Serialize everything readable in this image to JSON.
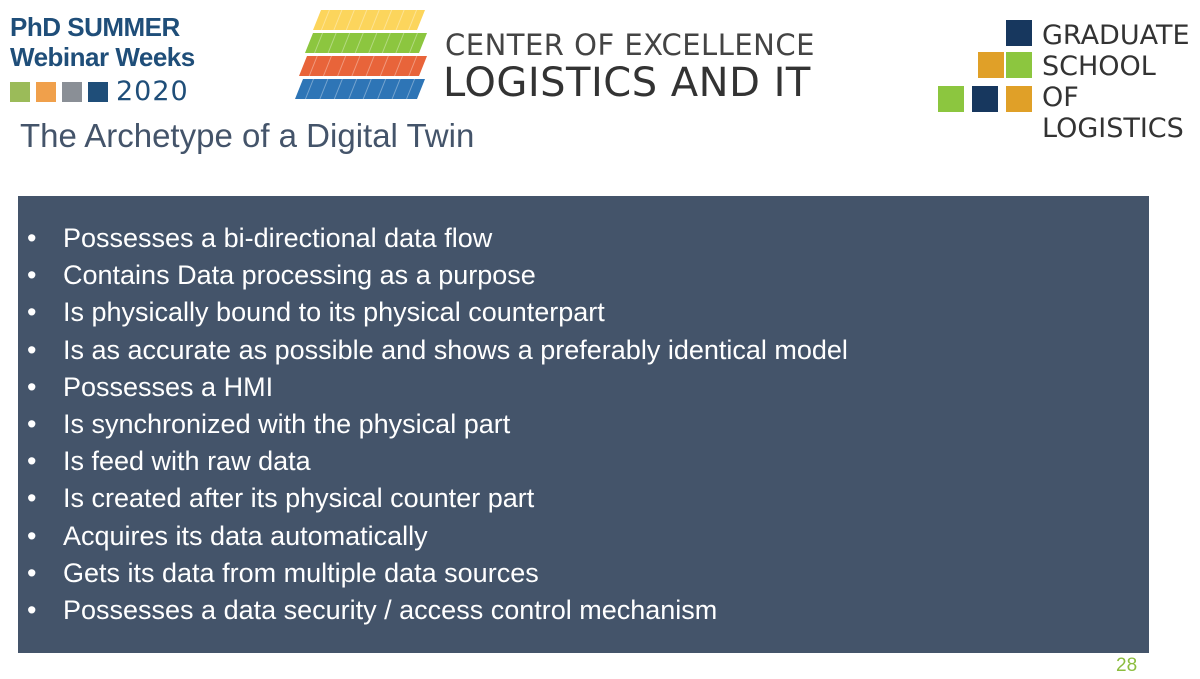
{
  "webinar_logo": {
    "line1": "PhD SUMMER",
    "line2": "Webinar Weeks",
    "year": "2020",
    "squares": [
      "#9bbb59",
      "#f0a04b",
      "#8a8f96",
      "#1f4e79"
    ]
  },
  "coe_logo": {
    "line1": "CENTER OF EXCELLENCE",
    "line2": "LOGISTICS AND IT",
    "stripe_colors": [
      "#fcd55c",
      "#8cc63f",
      "#e8643a",
      "#2e75b6"
    ]
  },
  "gsl_logo": {
    "lines": [
      "GRADUATE",
      "SCHOOL OF",
      "LOGISTICS"
    ],
    "colors": {
      "navy": "#17375e",
      "green": "#8cc63f",
      "orange": "#e0a028"
    }
  },
  "slide": {
    "title": "The Archetype of a Digital Twin",
    "bullet_glyph": "•",
    "bullets": [
      "Possesses a bi-directional data flow",
      "Contains Data processing as a purpose",
      "Is physically bound to its physical counterpart",
      "Is as accurate as possible and shows a preferably identical model",
      "Possesses a HMI",
      "Is synchronized with the physical part",
      "Is feed with raw data",
      "Is created after its physical counter part",
      "Acquires its data automatically",
      "Gets its data from multiple data sources",
      "Possesses a data security / access control mechanism"
    ],
    "page_number": "28"
  },
  "colors": {
    "box_background": "#44546a",
    "title": "#44546a",
    "page_number": "#8cbd3f"
  }
}
